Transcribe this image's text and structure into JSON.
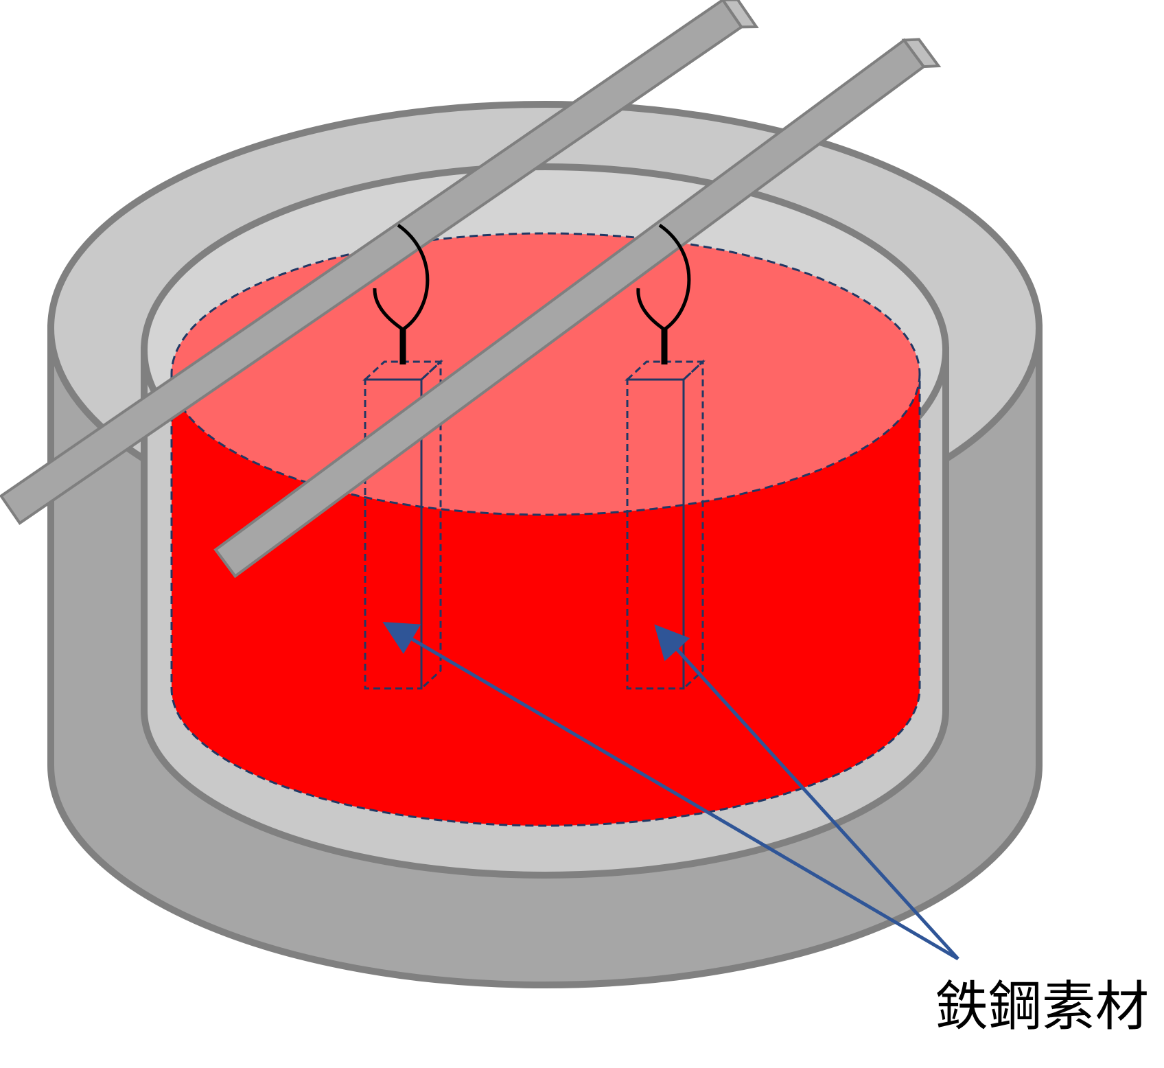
{
  "label": {
    "text": "鉄鋼素材"
  },
  "colors": {
    "pot_outer_wall": "#a6a6a6",
    "pot_outer_rim": "#c9c9c9",
    "pot_inner": "#d4d4d4",
    "pot_stroke": "#808080",
    "liquid_side": "#ff0000",
    "liquid_surface": "#ff6666",
    "dashed_outline": "#203864",
    "rod_fill": "#a6a6a6",
    "rod_stroke": "#7f7f7f",
    "wire": "#000000",
    "arrow": "#2f5597"
  },
  "items": {
    "specimen_count": 2,
    "hanging_rod_count": 2
  }
}
